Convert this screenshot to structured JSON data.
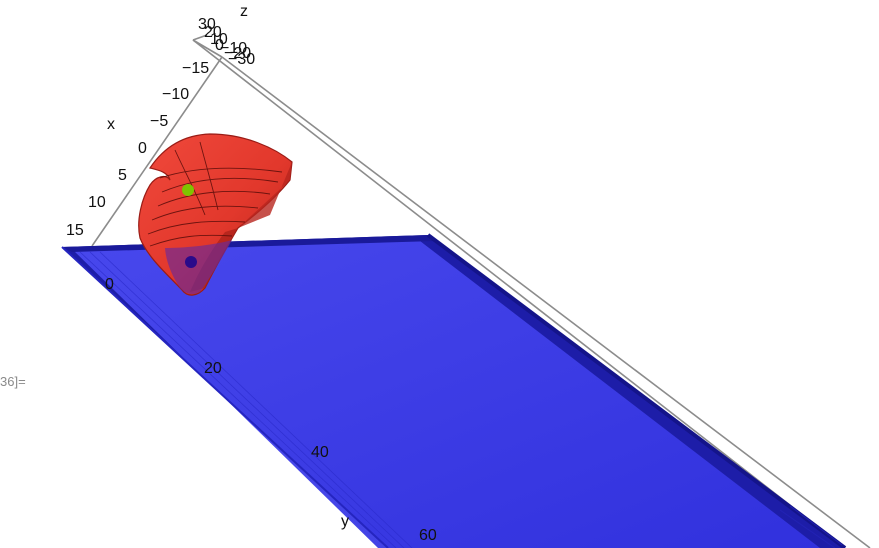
{
  "notebook": {
    "output_label": "36]="
  },
  "plot": {
    "axes": {
      "x": {
        "label": "x",
        "ticks": [
          "15",
          "10",
          "5",
          "0",
          "−5",
          "−10",
          "−15"
        ]
      },
      "y": {
        "label": "y",
        "ticks": [
          "0",
          "20",
          "40",
          "60"
        ]
      },
      "z": {
        "label": "z",
        "ticks": [
          "30",
          "20",
          "10",
          "0",
          "−10",
          "−20",
          "−30"
        ]
      }
    },
    "surfaces": [
      {
        "name": "red-surface",
        "color": "#e8352c"
      },
      {
        "name": "blue-plane",
        "color": "#3636e6"
      }
    ],
    "markers": [
      {
        "name": "green-point",
        "color": "#7fc400"
      },
      {
        "name": "dark-point",
        "color": "#2a0a8a"
      }
    ],
    "box_line_color": "#8c8c8c"
  }
}
